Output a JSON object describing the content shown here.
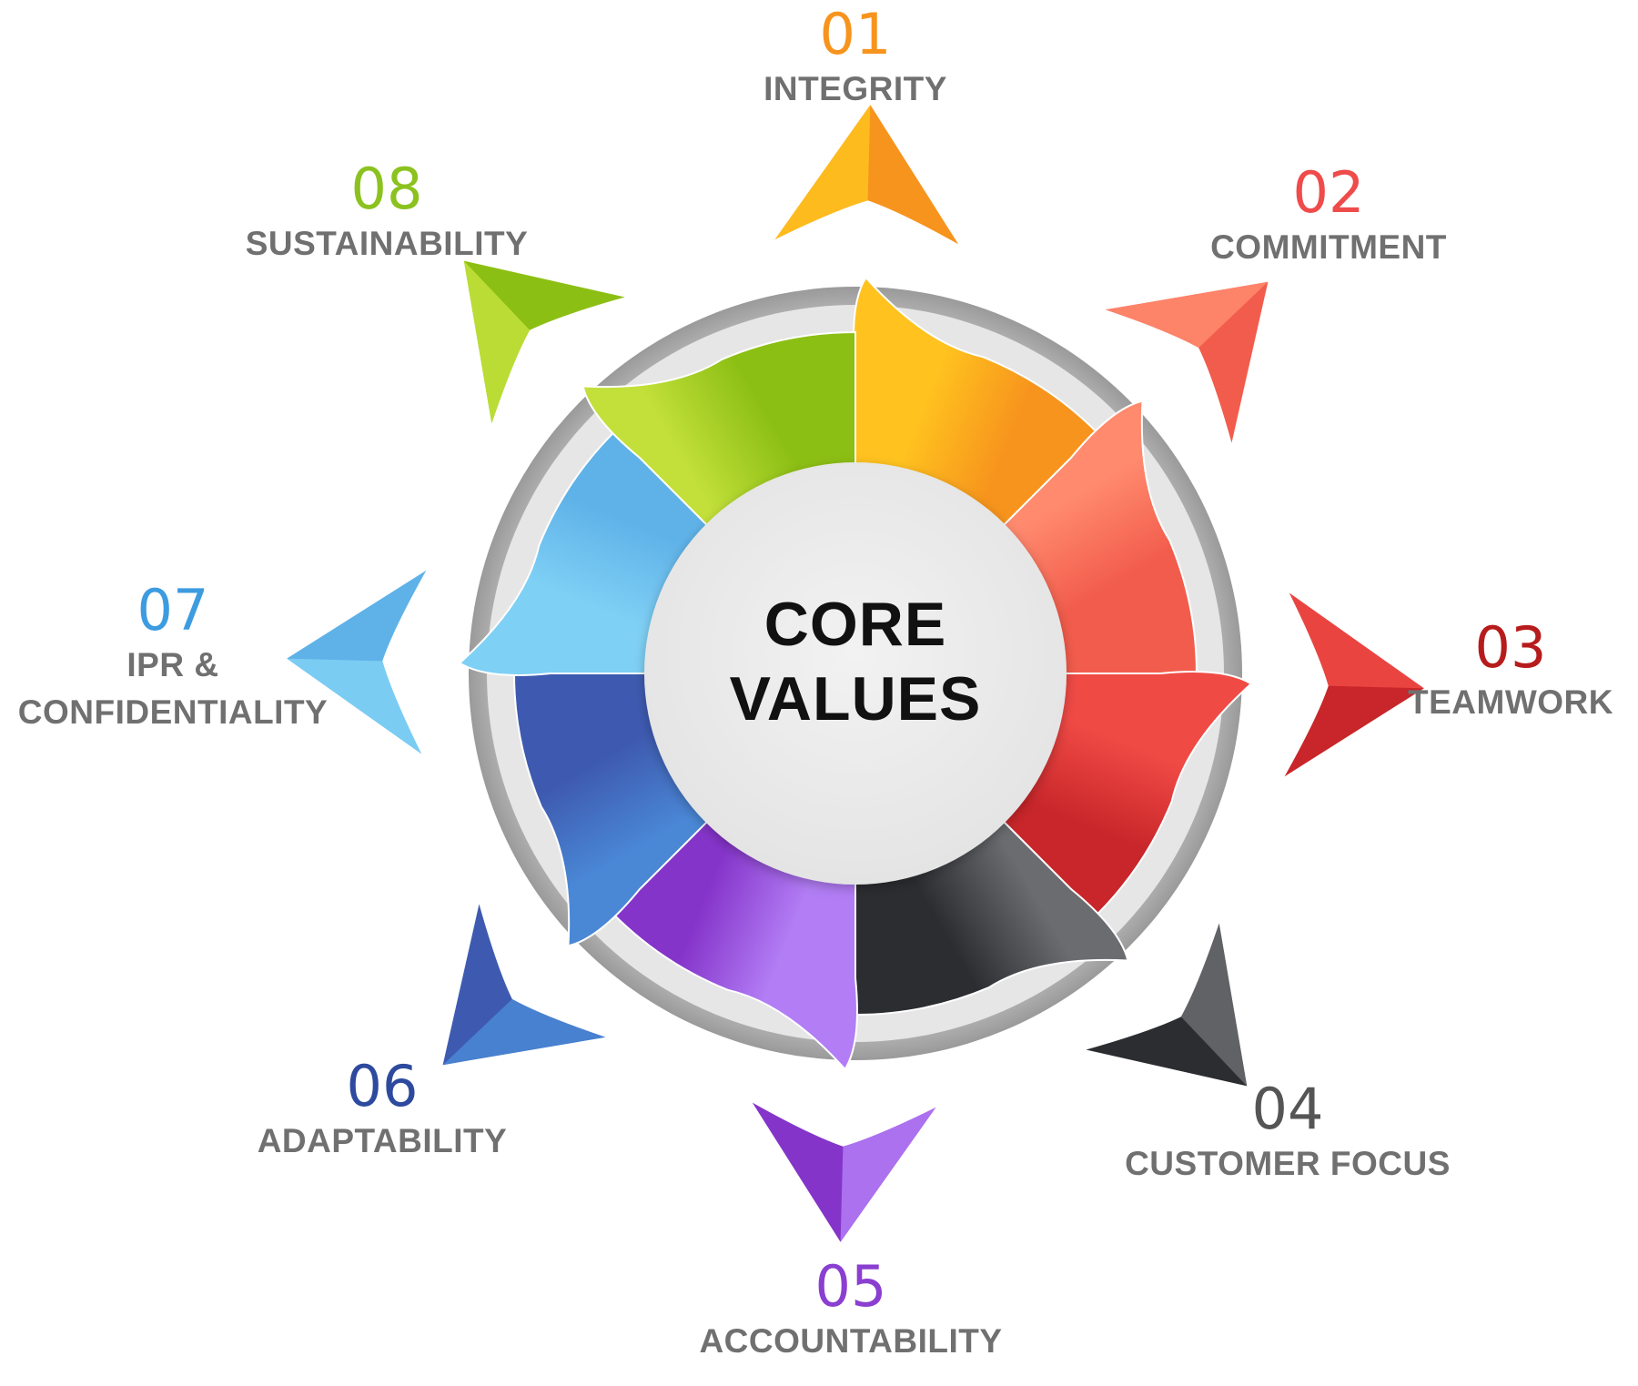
{
  "center": {
    "line1": "CORE",
    "line2": "VALUES"
  },
  "items": [
    {
      "number": "01",
      "title": "INTEGRITY",
      "color": "#f7941d",
      "colors": [
        "#ffc21f",
        "#f7941d"
      ]
    },
    {
      "number": "02",
      "title": "COMMITMENT",
      "color": "#ef4b4b",
      "colors": [
        "#ff8a6e",
        "#f25c4c"
      ]
    },
    {
      "number": "03",
      "title": "TEAMWORK",
      "color": "#b71c1c",
      "colors": [
        "#f04a45",
        "#c8262a"
      ]
    },
    {
      "number": "04",
      "title": "CUSTOMER FOCUS",
      "color": "#555555",
      "colors": [
        "#6a6c70",
        "#2c2d31"
      ]
    },
    {
      "number": "05",
      "title": "ACCOUNTABILITY",
      "color": "#8a3fd1",
      "colors": [
        "#b27df5",
        "#8534c9"
      ]
    },
    {
      "number": "06",
      "title": "ADAPTABILITY",
      "color": "#2e4a9e",
      "colors": [
        "#4a88d6",
        "#3e5ab0"
      ]
    },
    {
      "number": "07",
      "title1": "IPR &",
      "title2": "CONFIDENTIALITY",
      "color": "#3d9be0",
      "colors": [
        "#7fd0f5",
        "#5fb2e8"
      ]
    },
    {
      "number": "08",
      "title": "SUSTAINABILITY",
      "color": "#8cc21f",
      "colors": [
        "#c3e03a",
        "#8cbf14"
      ]
    }
  ]
}
